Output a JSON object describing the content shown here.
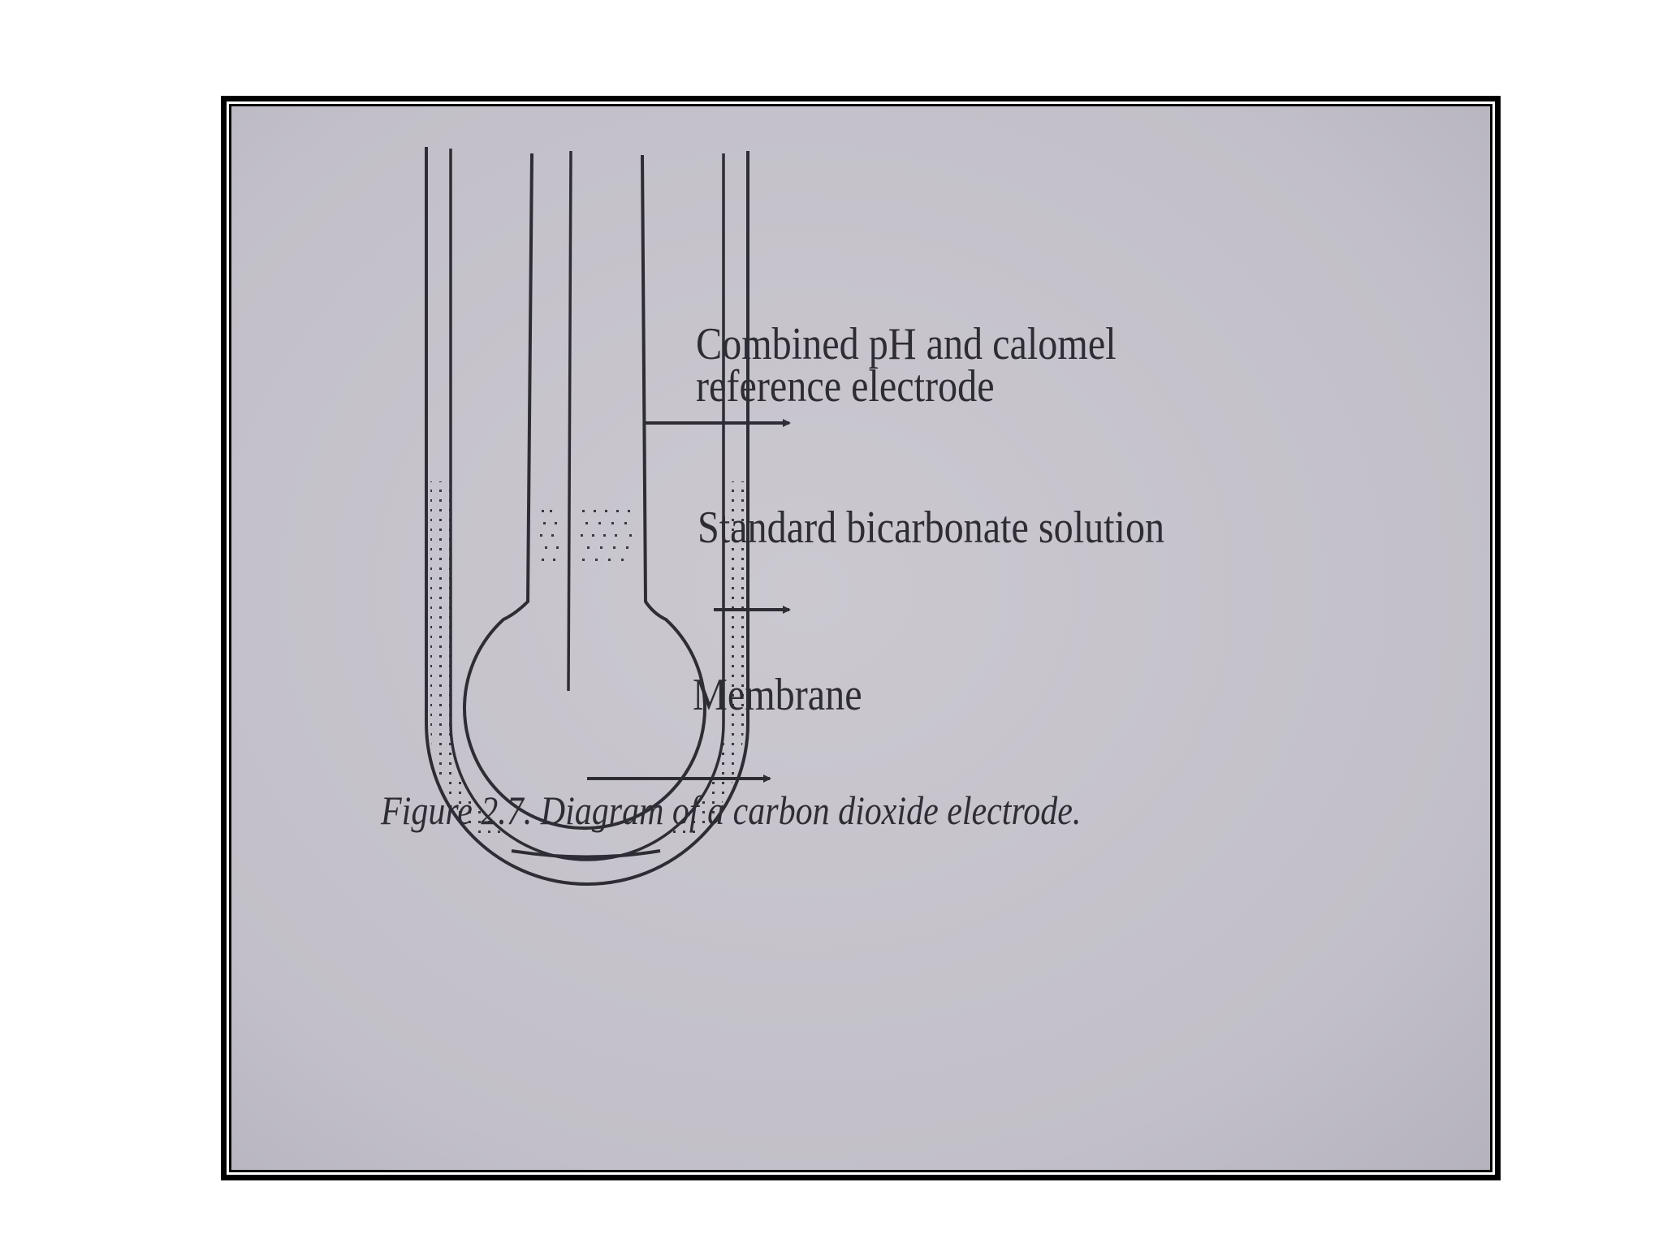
{
  "labels": {
    "electrode_line1": "Combined pH and calomel",
    "electrode_line2": "reference electrode",
    "solution": "Standard bicarbonate solution",
    "membrane": "Membrane"
  },
  "caption": "Figure 2.7.  Diagram of a carbon dioxide electrode.",
  "colors": {
    "paper": "#c7c4cc",
    "ink": "#2e2c34",
    "frame": "#000000"
  }
}
